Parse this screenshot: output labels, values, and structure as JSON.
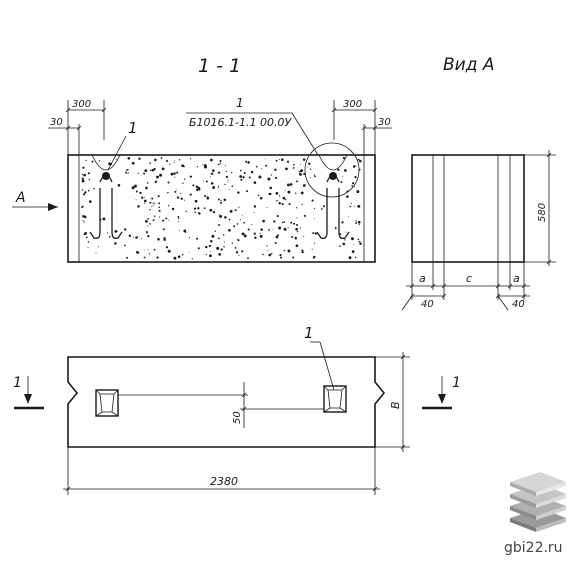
{
  "section_title": "1 - 1",
  "view_title": "Вид А",
  "callout_number": "1",
  "callout_mark": "Б1016.1-1.1 00.0У",
  "view_arrow_label": "А",
  "dims": {
    "d300_left": "300",
    "d30_left": "30",
    "d300_right": "300",
    "d30_right": "30",
    "height_580": "580",
    "a_left": "а",
    "c_mid": "с",
    "a_right": "а",
    "d40_left": "40",
    "d40_right": "40",
    "d50": "50",
    "width_b": "В",
    "length_2380": "2380"
  },
  "leader_labels": {
    "section_leader": "1",
    "plan_leader": "1"
  },
  "cut_marks": {
    "left": "1",
    "right": "1"
  },
  "watermark": "gbi22.ru"
}
